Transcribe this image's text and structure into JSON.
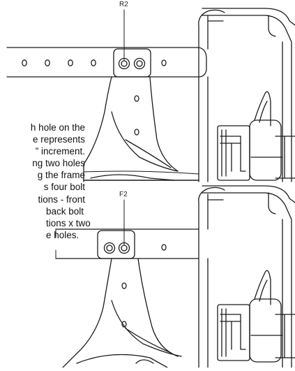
{
  "callouts": {
    "rear": "R2",
    "front": "F2"
  },
  "description": {
    "lines": [
      "h hole on the",
      "e represents",
      "” increment.",
      "ng two holes",
      "g the frame",
      "s four bolt",
      "tions - front",
      "back bolt",
      "tions x two",
      "e holes."
    ]
  },
  "colors": {
    "line": "#1a1a1a",
    "background": "#ffffff"
  }
}
